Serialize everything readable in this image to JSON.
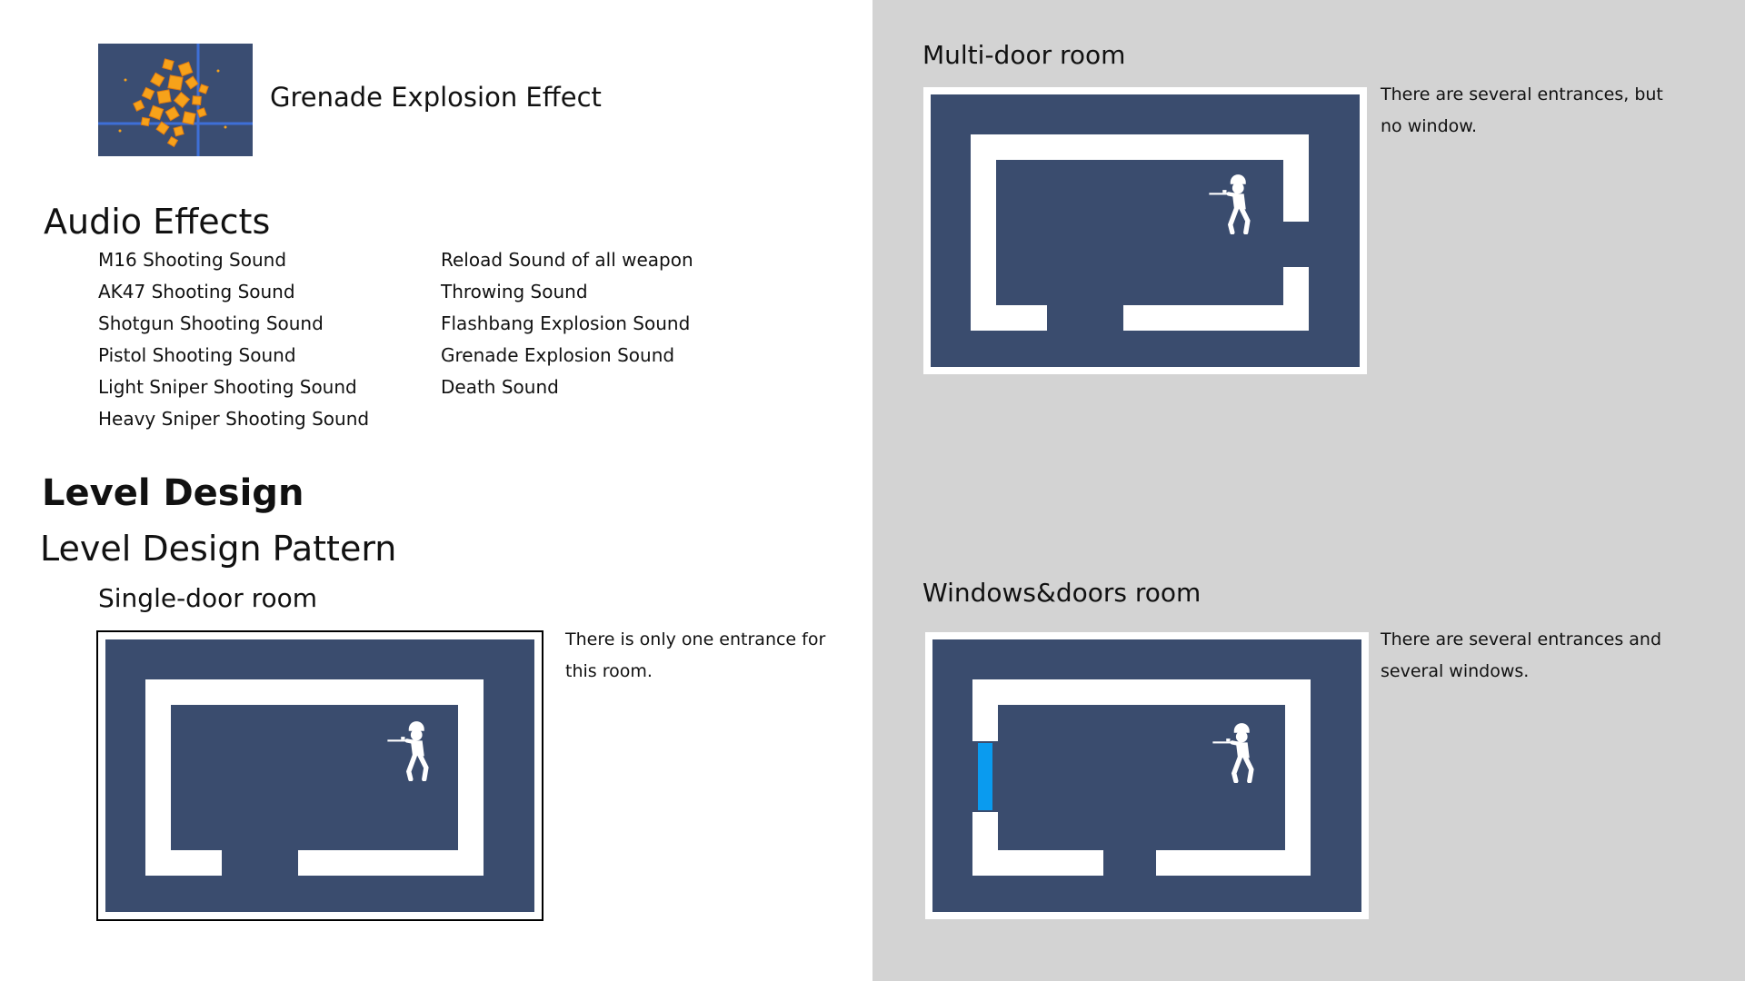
{
  "effect": {
    "label": "Grenade Explosion Effect",
    "thumbnail_icon": "grenade-explosion-icon",
    "colors": {
      "background": "#3a4d72",
      "crosshair": "#3e6fd6",
      "fire": "#f7a21a"
    }
  },
  "audio": {
    "heading": "Audio Effects",
    "column1": [
      "M16 Shooting Sound",
      "AK47 Shooting Sound",
      "Shotgun Shooting Sound",
      "Pistol Shooting Sound",
      "Light Sniper Shooting Sound",
      "Heavy Sniper Shooting Sound"
    ],
    "column2": [
      "Reload Sound of all weapon",
      "Throwing Sound",
      "Flashbang Explosion Sound",
      "Grenade Explosion Sound",
      "Death Sound"
    ]
  },
  "level": {
    "heading": "Level Design",
    "pattern_heading": "Level Design Pattern"
  },
  "rooms": {
    "single": {
      "title": "Single-door room",
      "description": "There is only one entrance for this room."
    },
    "multi": {
      "title": "Multi-door room",
      "description": "There are several entrances, but no window."
    },
    "windows": {
      "title": "Windows&doors room",
      "description": "There are several entrances and several windows."
    }
  },
  "colors": {
    "room_fill": "#3a4c6e",
    "wall": "#ffffff",
    "window": "#0a9bef",
    "right_panel": "#d3d3d3"
  },
  "icons": {
    "soldier": "soldier-icon"
  }
}
